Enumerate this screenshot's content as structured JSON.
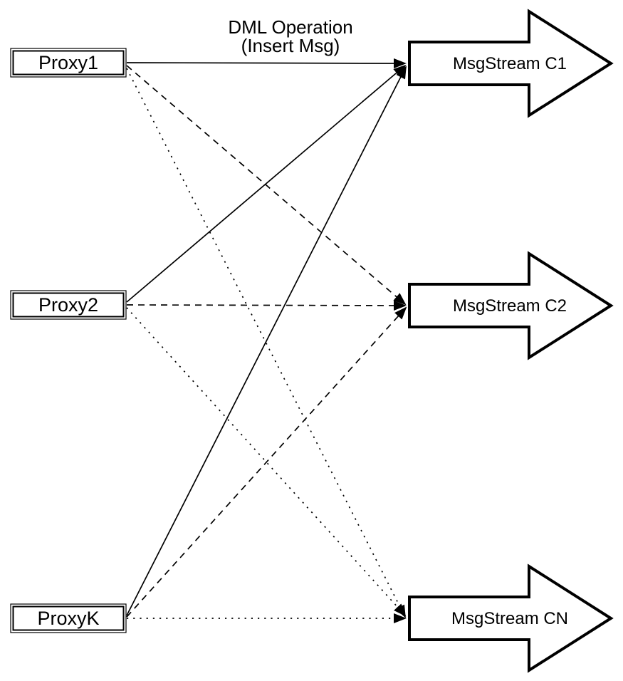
{
  "diagram": {
    "title_line1": "DML Operation",
    "title_line2": "(Insert Msg)",
    "proxies": [
      {
        "label": "Proxy1"
      },
      {
        "label": "Proxy2"
      },
      {
        "label": "ProxyK"
      }
    ],
    "streams": [
      {
        "label": "MsgStream C1"
      },
      {
        "label": "MsgStream C2"
      },
      {
        "label": "MsgStream CN"
      }
    ],
    "edges": [
      {
        "from": "Proxy1",
        "to": "MsgStream C1",
        "line_style": "solid"
      },
      {
        "from": "Proxy1",
        "to": "MsgStream C2",
        "line_style": "dashed"
      },
      {
        "from": "Proxy1",
        "to": "MsgStream CN",
        "line_style": "dotted"
      },
      {
        "from": "Proxy2",
        "to": "MsgStream C1",
        "line_style": "solid"
      },
      {
        "from": "Proxy2",
        "to": "MsgStream C2",
        "line_style": "dashed"
      },
      {
        "from": "Proxy2",
        "to": "MsgStream CN",
        "line_style": "dotted"
      },
      {
        "from": "ProxyK",
        "to": "MsgStream C1",
        "line_style": "solid"
      },
      {
        "from": "ProxyK",
        "to": "MsgStream C2",
        "line_style": "dashed"
      },
      {
        "from": "ProxyK",
        "to": "MsgStream CN",
        "line_style": "dotted"
      }
    ],
    "colors": {
      "stroke": "#000000",
      "fill": "#ffffff",
      "background": "#ffffff"
    }
  }
}
